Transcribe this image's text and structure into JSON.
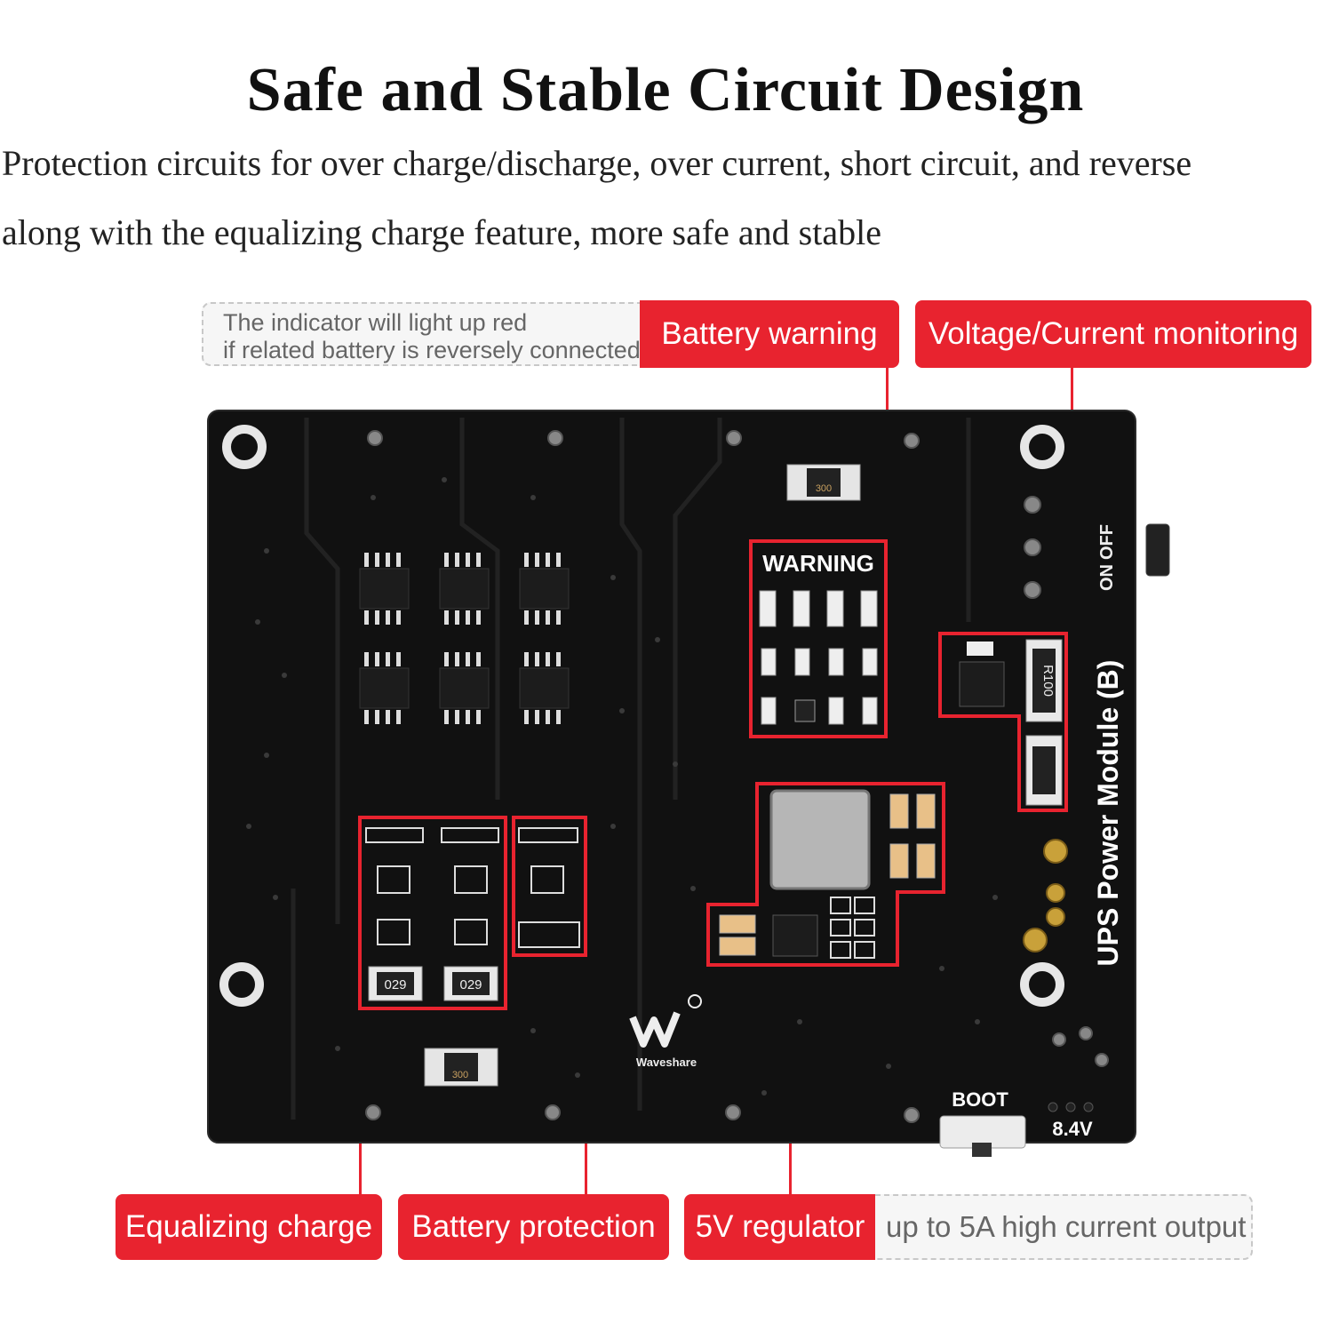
{
  "title": "Safe and Stable Circuit Design",
  "subtitle_lines": [
    "Protection circuits for over charge/discharge, over current, short circuit, and reverse",
    "along with the equalizing charge feature, more safe and stable"
  ],
  "callouts": {
    "battery_warning": "Battery warning",
    "battery_warning_note": [
      "The indicator will light up red",
      "if related battery is reversely connected"
    ],
    "voltage_current_monitoring": "Voltage/Current monitoring",
    "equalizing_charge": "Equalizing charge",
    "battery_protection": "Battery protection",
    "regulator_5v": "5V regulator",
    "regulator_note": "up to 5A high current output"
  },
  "board": {
    "name": "UPS Power Module (B)",
    "brand": "Waveshare",
    "warning_label": "WARNING",
    "switch_on": "ON",
    "switch_off": "OFF",
    "boot_label": "BOOT",
    "voltage_label": "8.4V",
    "resistor_code": "R100",
    "smd_code_300": "300",
    "smd_code_029": "029"
  },
  "colors": {
    "accent": "#e8232f",
    "board": "#111111"
  }
}
